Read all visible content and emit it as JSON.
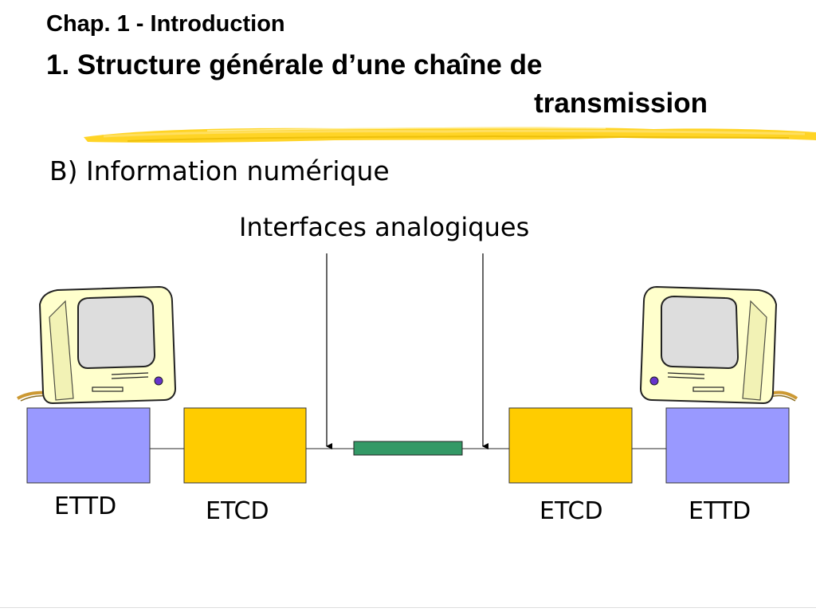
{
  "header": {
    "chapter": "Chap. 1 - Introduction",
    "title_line1": "1. Structure générale d’une chaîne de",
    "title_line2": "transmission"
  },
  "section": {
    "subtitle": "B) Information numérique"
  },
  "diagram": {
    "annotation": "Interfaces analogiques",
    "labels": {
      "ettd_left": "ETTD",
      "etcd_left": "ETCD",
      "etcd_right": "ETCD",
      "ettd_right": "ETTD"
    },
    "colors": {
      "ettd": "#9999ff",
      "etcd": "#ffcc00",
      "channel": "#339966",
      "highlight": "#ffcc00",
      "computer_body": "#ffffcc",
      "screen": "#dddddd",
      "power_button": "#6633cc",
      "cable": "#cc9933"
    },
    "icons": [
      "computer-icon",
      "computer-icon"
    ]
  }
}
